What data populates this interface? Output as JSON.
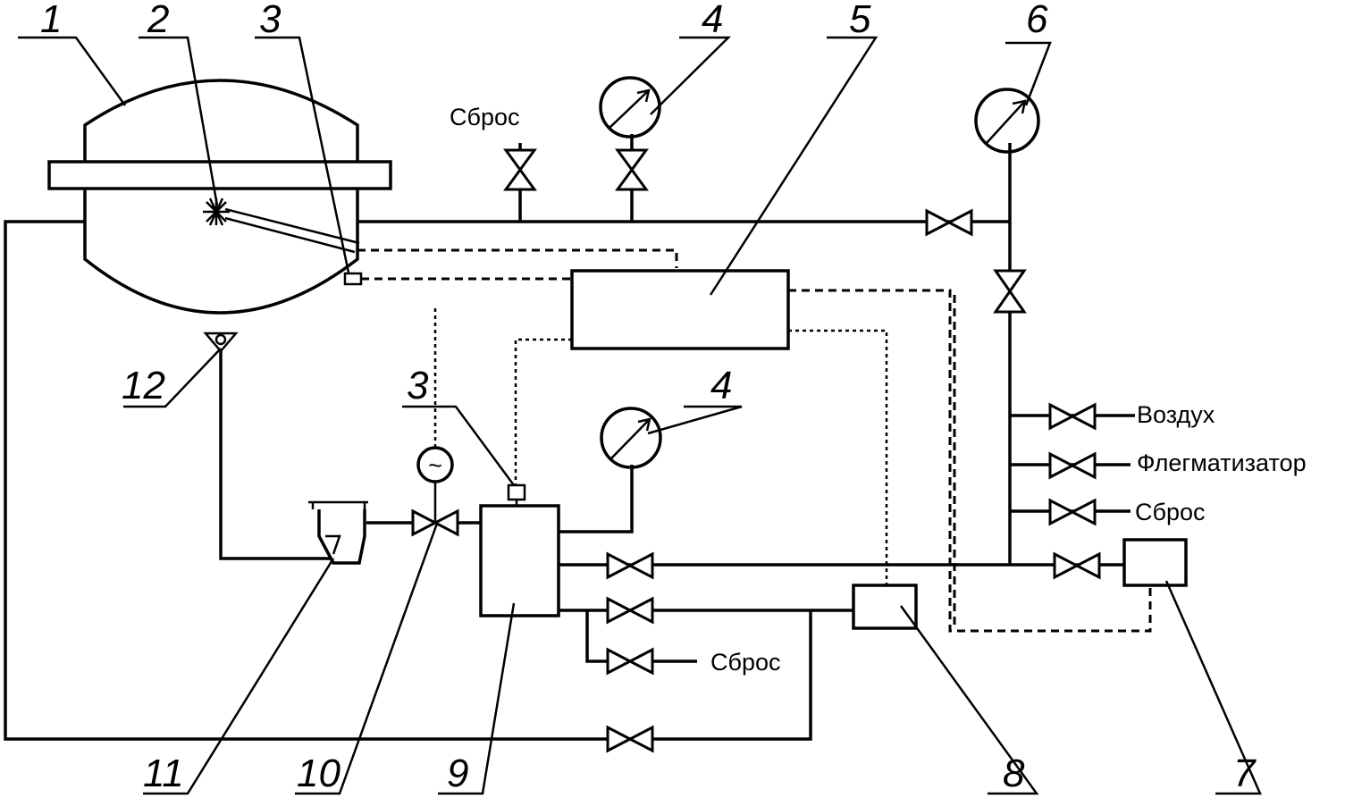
{
  "labels": {
    "n1": "1",
    "n2": "2",
    "n3a": "3",
    "n3b": "3",
    "n4a": "4",
    "n4b": "4",
    "n5": "5",
    "n6": "6",
    "n7": "7",
    "n8": "8",
    "n9": "9",
    "n10": "10",
    "n11": "11",
    "n12": "12"
  },
  "texts": {
    "sbros_top": "Сброс",
    "vozduh": "Воздух",
    "flegmatizator": "Флегматизатор",
    "sbros_right": "Сброс",
    "sbros_bottom": "Сброс"
  },
  "symbols": {
    "generator": "~"
  }
}
